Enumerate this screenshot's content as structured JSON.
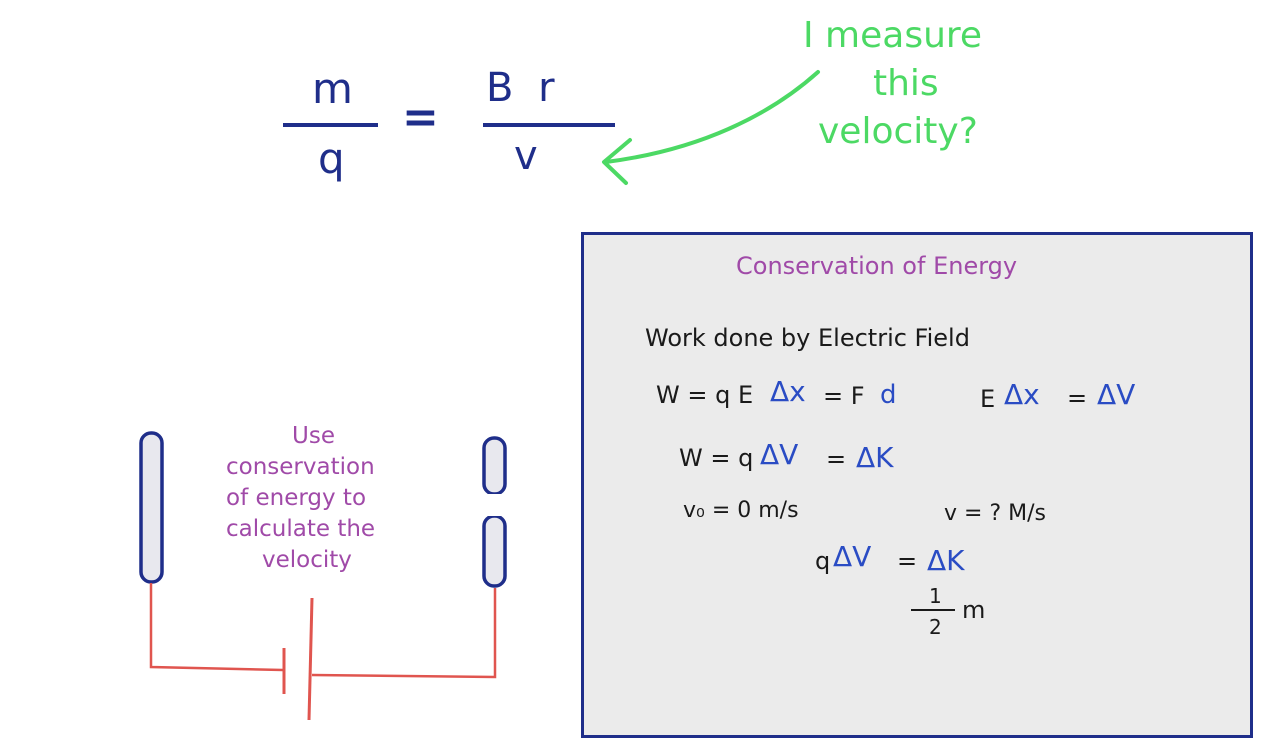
{
  "equation": {
    "num_left": "m",
    "den_left": "q",
    "equals": "=",
    "num_right": "B r",
    "den_right": "v"
  },
  "green_question": [
    "I measure",
    "this",
    "velocity?"
  ],
  "purple_note": [
    "Use",
    "conservation",
    "of energy to",
    "calculate the",
    "velocity"
  ],
  "board": {
    "title": "Conservation of Energy",
    "heading": "Work done by Electric Field",
    "line1_a": "W = q E",
    "line1_delta": "Δx",
    "line1_b": "= F",
    "line1_d": "d",
    "line1_right_a": "E",
    "line1_right_delta": "Δx",
    "line1_right_b": "=",
    "line1_right_c": "ΔV",
    "line2_a": "W = q",
    "line2_dv": "ΔV",
    "line2_b": "=",
    "line2_dk": "ΔK",
    "line3_left": "v₀ = 0 m/s",
    "line3_right": "v = ? M/s",
    "line4_a": "q",
    "line4_dv": "ΔV",
    "line4_b": "=",
    "line4_dk": "ΔK",
    "frac_num": "1",
    "frac_den": "2",
    "frac_m": "m"
  },
  "colors": {
    "navy": "#1f2e8a",
    "green": "#4cd964",
    "purple": "#a04aa8",
    "red_wire": "#e0554f",
    "board_bg": "#ebebeb"
  }
}
